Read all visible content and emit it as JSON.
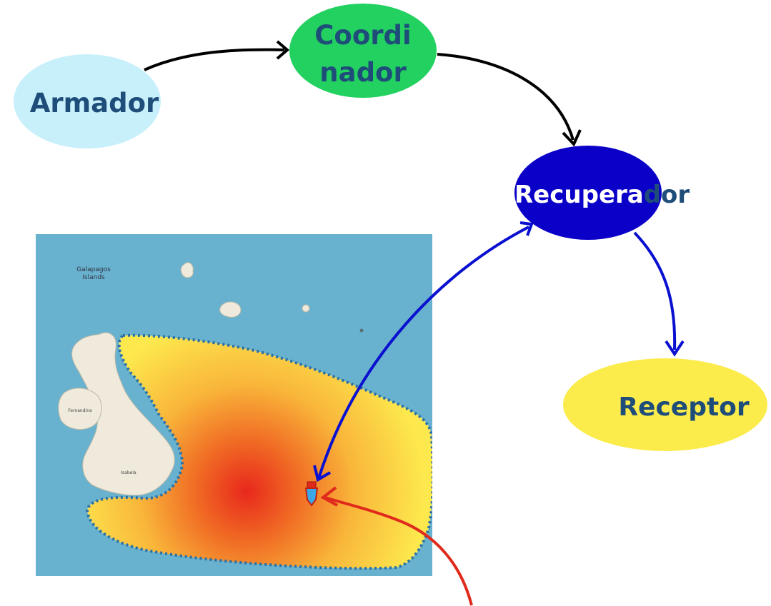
{
  "nodes": {
    "armador": {
      "label": "Armador",
      "fill": "#c8f0fb",
      "text_color": "#1f4d7a"
    },
    "coordinador": {
      "label_line1": "Coordi",
      "label_line2": "nador",
      "fill": "#22d160",
      "text_color": "#1f4d7a"
    },
    "recuperador": {
      "label_part1": "Recupera",
      "label_part2": "dor",
      "fill": "#0a00c8",
      "text_color_inside": "#ffffff",
      "text_color_outside": "#1f4d7a"
    },
    "receptor": {
      "label": "Receptor",
      "fill": "#fbec4c",
      "text_color": "#1f4d7a"
    }
  },
  "map": {
    "title_line1": "Galapagos",
    "title_line2": "Islands",
    "island_label_1": "Fernandina",
    "island_label_2": "Isabela",
    "sea_color": "#68b2cf",
    "zone_color": "#fde94e",
    "hotspot_color": "#e8281c",
    "zone_border_color": "#2a6fa5",
    "island_color": "#efeadb"
  },
  "arrows": {
    "black": "#000000",
    "blue": "#0a10d0",
    "red": "#e02a1c"
  }
}
